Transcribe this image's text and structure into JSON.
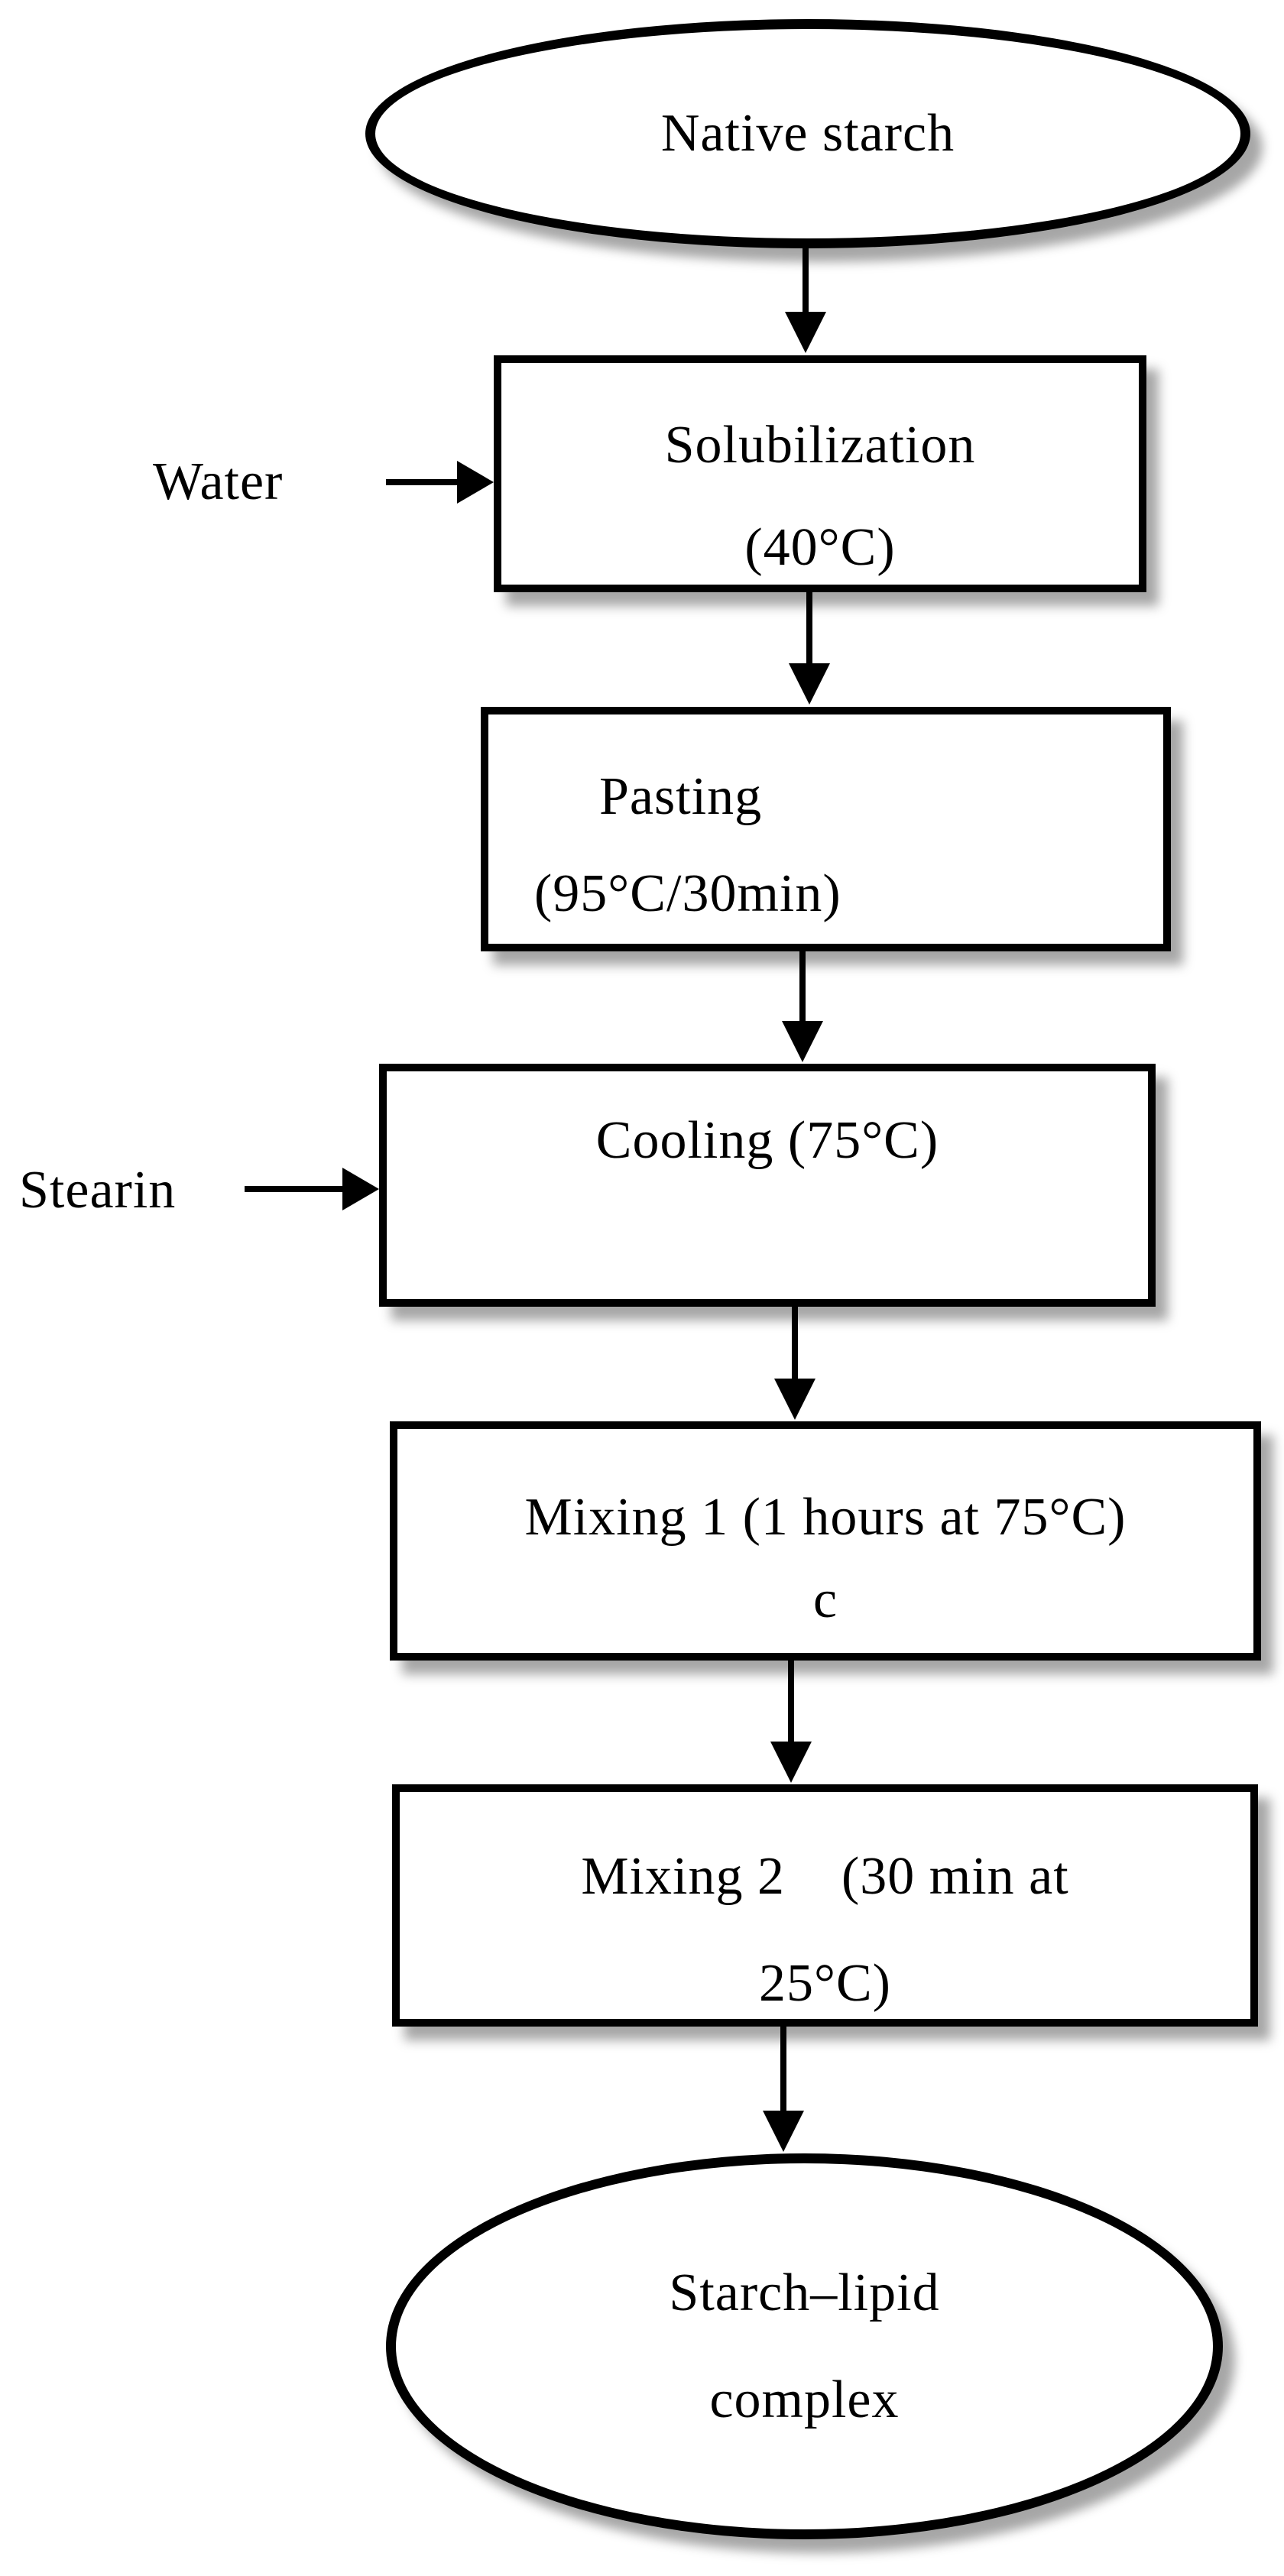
{
  "flowchart": {
    "nodes": {
      "native_starch": {
        "label": "Native starch"
      },
      "solubilization": {
        "line1": "Solubilization",
        "line2": "(40°C)"
      },
      "pasting": {
        "line1": "Pasting",
        "line2": "(95°C/30min)"
      },
      "cooling": {
        "line1": "Cooling (75°C)"
      },
      "mixing1": {
        "line1": "Mixing 1 (1 hours at 75°C)",
        "line2": "c"
      },
      "mixing2": {
        "line1": "Mixing 2    (30 min at",
        "line2": "25°C)"
      },
      "complex": {
        "line1": "Starch–lipid",
        "line2": "complex"
      }
    },
    "inputs": {
      "water": {
        "label": "Water"
      },
      "stearin": {
        "label": "Stearin"
      }
    },
    "colors": {
      "stroke": "#000000",
      "fill": "#ffffff",
      "shadow": "#bdbdbd",
      "background": "#ffffff"
    }
  }
}
